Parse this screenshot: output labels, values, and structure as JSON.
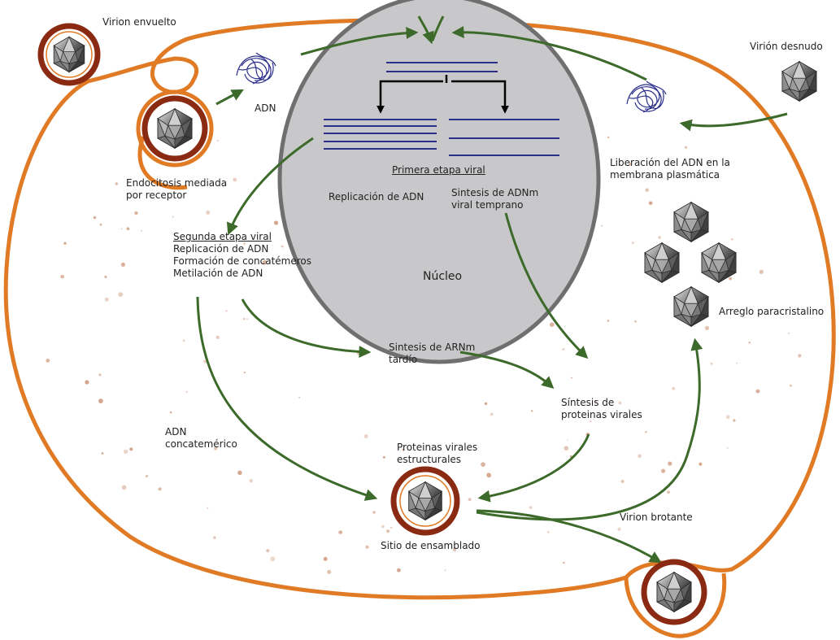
{
  "labels": {
    "virion_envuelto": "Virion envuelto",
    "virion_desnudo": "Virión desnudo",
    "adn": "ADN",
    "endocitosis": "Endocitosis mediada\npor receptor",
    "primera_etapa": "Primera etapa viral",
    "replicacion_adn_1": "Replicación de ADN",
    "sintesis_adnm": "Sintesis de ADNm\nviral temprano",
    "liberacion_adn": "Liberación del ADN en la\nmembrana plasmática",
    "segunda_etapa": "Segunda etapa viral",
    "replicacion_adn_2": "Replicación de ADN",
    "formacion_concatemeros": "Formación de concatémeros",
    "metilacion_adn": "Metilación de ADN",
    "nucleo": "Núcleo",
    "arreglo_paracristalino": "Arreglo paracristalino",
    "sintesis_arnm": "Sintesis de ARNm\ntardío",
    "sintesis_proteinas": "Síntesis de\nproteinas virales",
    "adn_concatemerico": "ADN\nconcatemérico",
    "proteinas_estructurales": "Proteinas virales\nestructurales",
    "sitio_ensamblado": "Sitio de ensamblado",
    "virion_brotante": "Virion brotante"
  },
  "colors": {
    "membrane_outer": "#e07a24",
    "capsid_ring": "#8a2a12",
    "nucleus_fill": "#c8c8ca",
    "nucleus_border": "#6f6f6f",
    "arrow_green": "#3c6a2a",
    "dna_lines": "#2a2f8a",
    "arrow_black": "#000000",
    "speckle": "#c98e6f"
  }
}
